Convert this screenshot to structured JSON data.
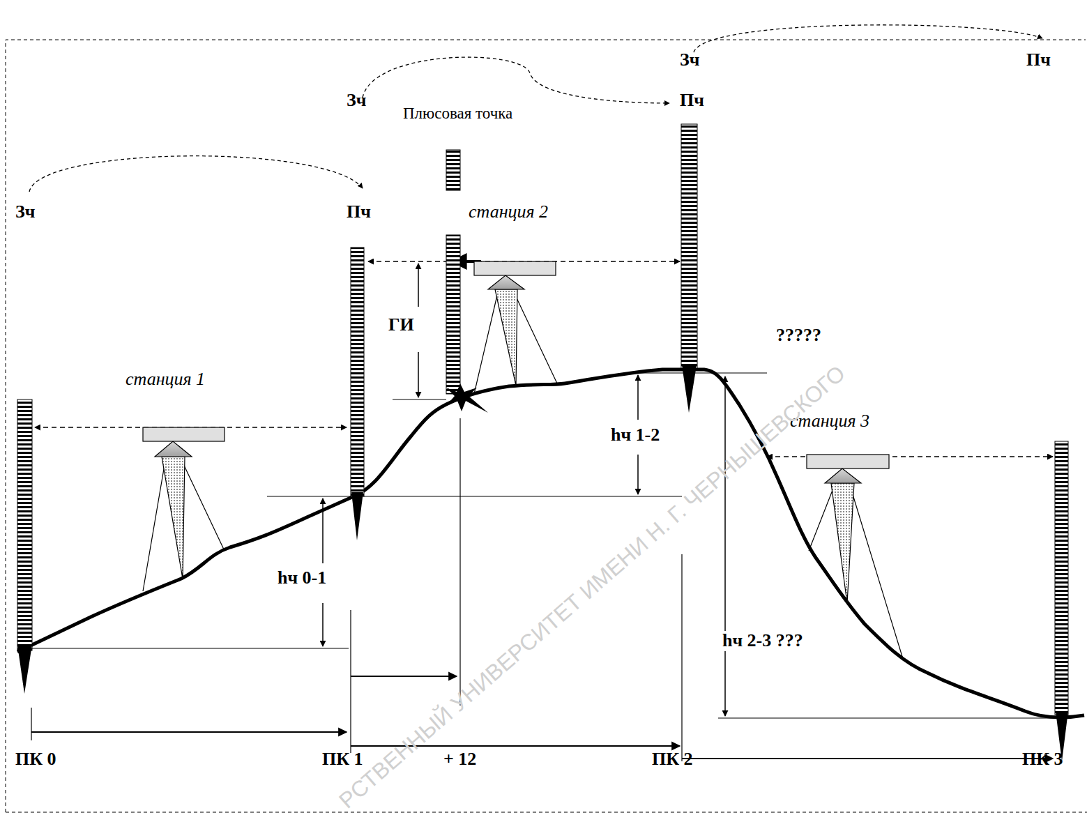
{
  "diagram": {
    "labels": [
      "Зч",
      "Пч",
      "Зч",
      "Плюсовая точка",
      "Пч",
      "Зч",
      "Пч",
      "станция 1",
      "станция 2",
      "станция 3",
      "ГИ",
      "?????",
      "hч 1-2",
      "hч 0-1",
      "hч 2-3 ???",
      "ПК 0",
      "ПК 1",
      "+ 12",
      "ПК 2",
      "ПК 3",
      "РСТВЕННЫЙ УНИВЕРСИТЕТ ИМЕНИ Н. Г. ЧЕРНЫШЕВСКОГО"
    ]
  }
}
